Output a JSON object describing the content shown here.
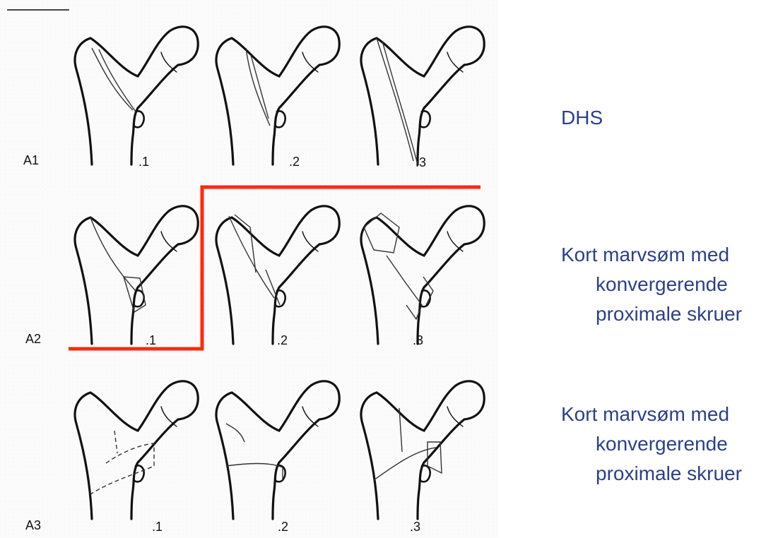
{
  "figure": {
    "rows": [
      {
        "row_label": "A1",
        "subtypes": [
          ".1",
          ".2",
          ".3"
        ]
      },
      {
        "row_label": "A2",
        "subtypes": [
          ".1",
          ".2",
          ".3"
        ]
      },
      {
        "row_label": "A3",
        "subtypes": [
          ".1",
          ".2",
          ".3"
        ]
      }
    ],
    "separator_color": "#ff2a0a"
  },
  "treatments": [
    {
      "lines": [
        "DHS"
      ]
    },
    {
      "lines": [
        "Kort marvsøm med",
        "konvergerende",
        "proximale skruer"
      ]
    },
    {
      "lines": [
        "Kort marvsøm med",
        "konvergerende",
        "proximale skruer"
      ]
    }
  ],
  "text_color": "#2b3f8c"
}
